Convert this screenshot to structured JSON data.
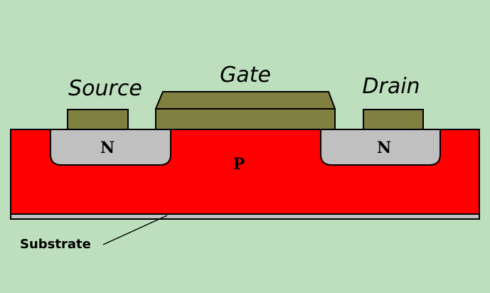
{
  "diagram": {
    "terminals": {
      "source": "Source",
      "gate": "Gate",
      "drain": "Drain"
    },
    "regions": {
      "source_doping": "N",
      "drain_doping": "N",
      "body_doping": "P"
    },
    "substrate_label": "Substrate",
    "colors": {
      "background": "#bddfbd",
      "body": "#ff0000",
      "n_region": "#c0c0c0",
      "contact": "#808040",
      "substrate": "#c0c0c0"
    }
  }
}
